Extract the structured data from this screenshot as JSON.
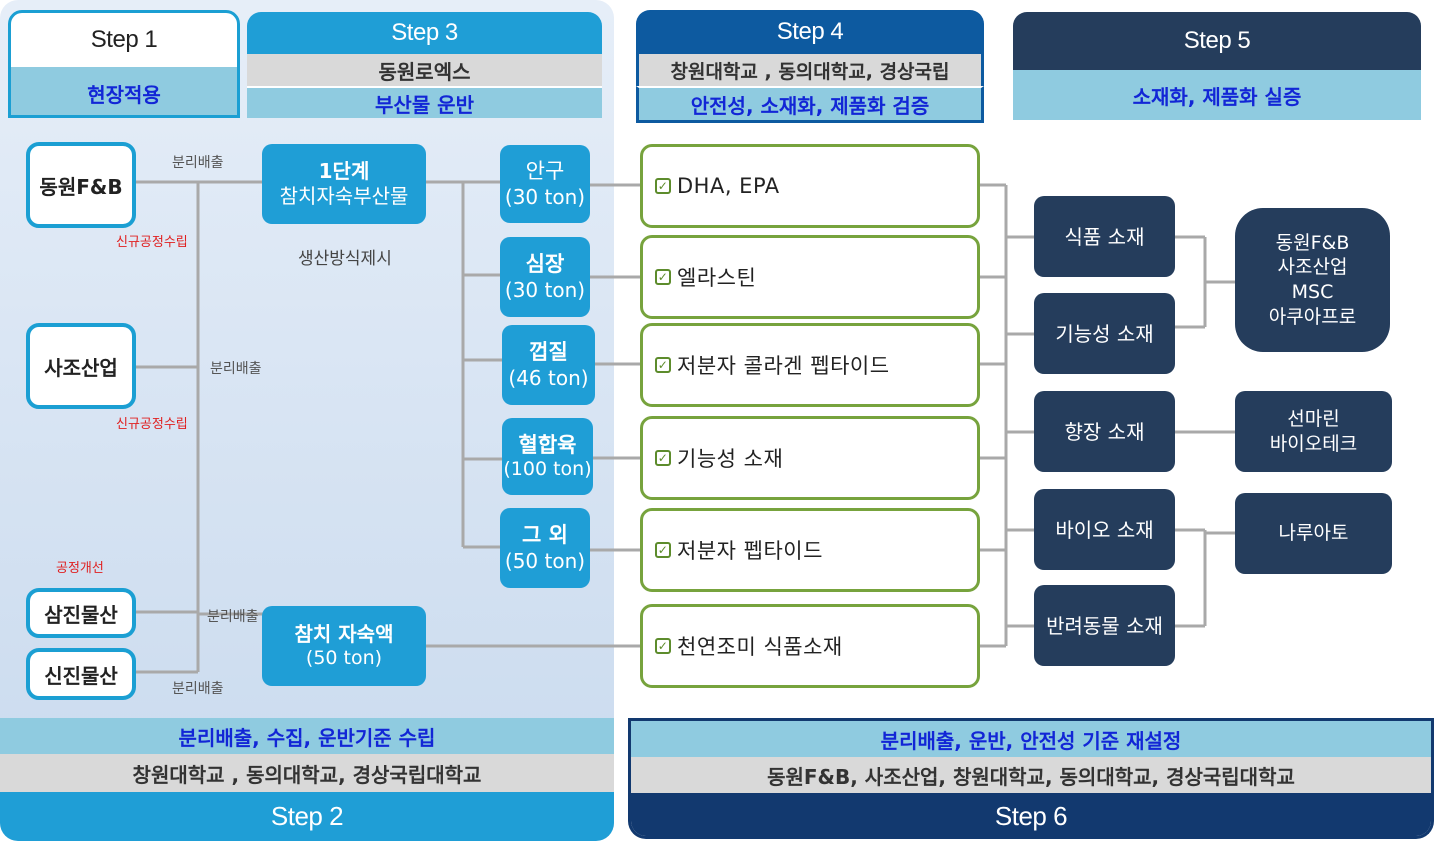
{
  "steps": {
    "s1": {
      "title": "Step 1",
      "sub": "현장적용"
    },
    "s3": {
      "title": "Step 3",
      "org": "동원로엑스",
      "sub": "부산물 운반"
    },
    "s4": {
      "title": "Step 4",
      "org": "창원대학교 , 동의대학교, 경상국립",
      "sub": "안전성, 소재화, 제품화 검증"
    },
    "s5": {
      "title": "Step 5",
      "sub": "소재화, 제품화 실증"
    },
    "s2": {
      "title": "Step 2",
      "sub": "분리배출, 수집, 운반기준 수립",
      "org": "창원대학교 , 동의대학교, 경상국립대학교"
    },
    "s6": {
      "title": "Step 6",
      "sub": "분리배출, 운반, 안전성 기준 재설정",
      "org": "동원F&B, 사조산업, 창원대학교, 동의대학교, 경상국립대학교"
    }
  },
  "sources": [
    "동원F&B",
    "사조산업",
    "삼진물산",
    "신진물산"
  ],
  "labels": {
    "separate": "분리배출",
    "new_plant": "신규공정수립",
    "process_improve": "공정개선",
    "method": "생산방식제시"
  },
  "stage1": {
    "title": "1단계",
    "sub": "참치자숙부산물"
  },
  "cooking_liquid": {
    "title": "참치 자숙액",
    "sub": "(50 ton)"
  },
  "parts": [
    {
      "name": "안구",
      "amount": "(30 ton)"
    },
    {
      "name": "심장",
      "amount": "(30 ton)"
    },
    {
      "name": "껍질",
      "amount": "(46 ton)"
    },
    {
      "name": "혈합육",
      "amount": "(100 ton)"
    },
    {
      "name": "그 외",
      "amount": "(50 ton)"
    }
  ],
  "products": [
    "DHA, EPA",
    "엘라스틴",
    "저분자 콜라겐 펩타이드",
    "기능성 소재",
    "저분자 펩타이드",
    "천연조미 식품소재"
  ],
  "materials": [
    "식품 소재",
    "기능성 소재",
    "향장 소재",
    "바이오 소재",
    "반려동물 소재"
  ],
  "companies": {
    "c1": [
      "동원F&B",
      "사조산업",
      "MSC",
      "아쿠아프로"
    ],
    "c2": [
      "선마린",
      "바이오테크"
    ],
    "c3": "나루아토"
  },
  "colors": {
    "blue": "#1f9ed6",
    "navy": "#253d5c",
    "green_border": "#77a33d",
    "light_blue": "#8fcbe0",
    "accent_text": "#1226d6"
  }
}
